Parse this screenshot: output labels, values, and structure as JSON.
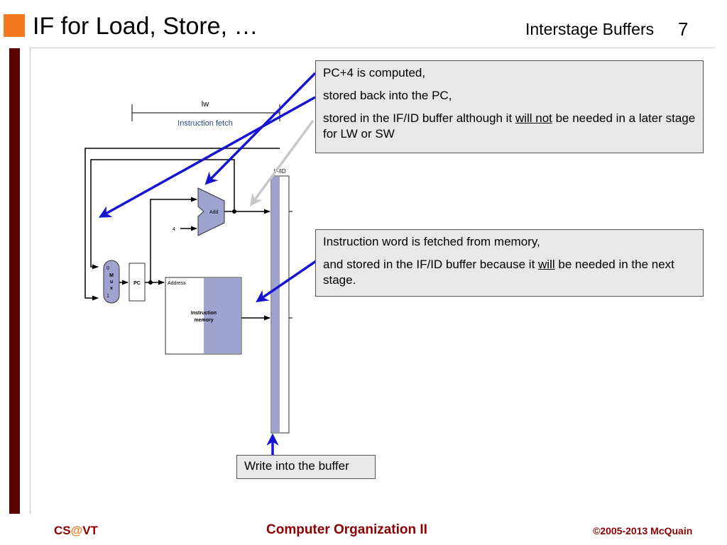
{
  "header": {
    "title": "IF for Load, Store, …",
    "section": "Interstage Buffers",
    "page_number": "7"
  },
  "diagram": {
    "lw_label": "lw",
    "stage_label": "Instruction fetch",
    "ifid_label": "IF/ID",
    "add_label": "Add",
    "const_four": "4",
    "mux_top": "0",
    "mux_letters": [
      "M",
      "u",
      "x"
    ],
    "mux_bottom": "1",
    "pc_label": "PC",
    "address_label": "Address",
    "imem_label_line1": "Instruction",
    "imem_label_line2": "memory"
  },
  "callouts": {
    "pc4": {
      "line1": "PC+4 is computed,",
      "line2": "stored back into the PC,",
      "line3_pre": "stored in the IF/ID buffer although it ",
      "line3_u": "will not",
      "line3_post": " be needed in a later stage for LW or SW"
    },
    "instr": {
      "line1": "Instruction word is fetched from memory,",
      "line2_pre": "and stored in the IF/ID buffer because it ",
      "line2_u": "will",
      "line2_post": " be needed in the next stage."
    },
    "write": {
      "text": "Write into the buffer"
    }
  },
  "footer": {
    "left_cs": "CS",
    "left_at": "@",
    "left_vt": "VT",
    "center": "Computer Organization II",
    "right": "©2005-2013 McQuain"
  },
  "colors": {
    "accent_orange": "#f47920",
    "sidebar_maroon": "#5c0000",
    "footer_red": "#8b0000",
    "arrow_blue": "#1414d2",
    "arrow_gray": "#c8c8c8",
    "unit_fill": "#9ea3cf"
  }
}
